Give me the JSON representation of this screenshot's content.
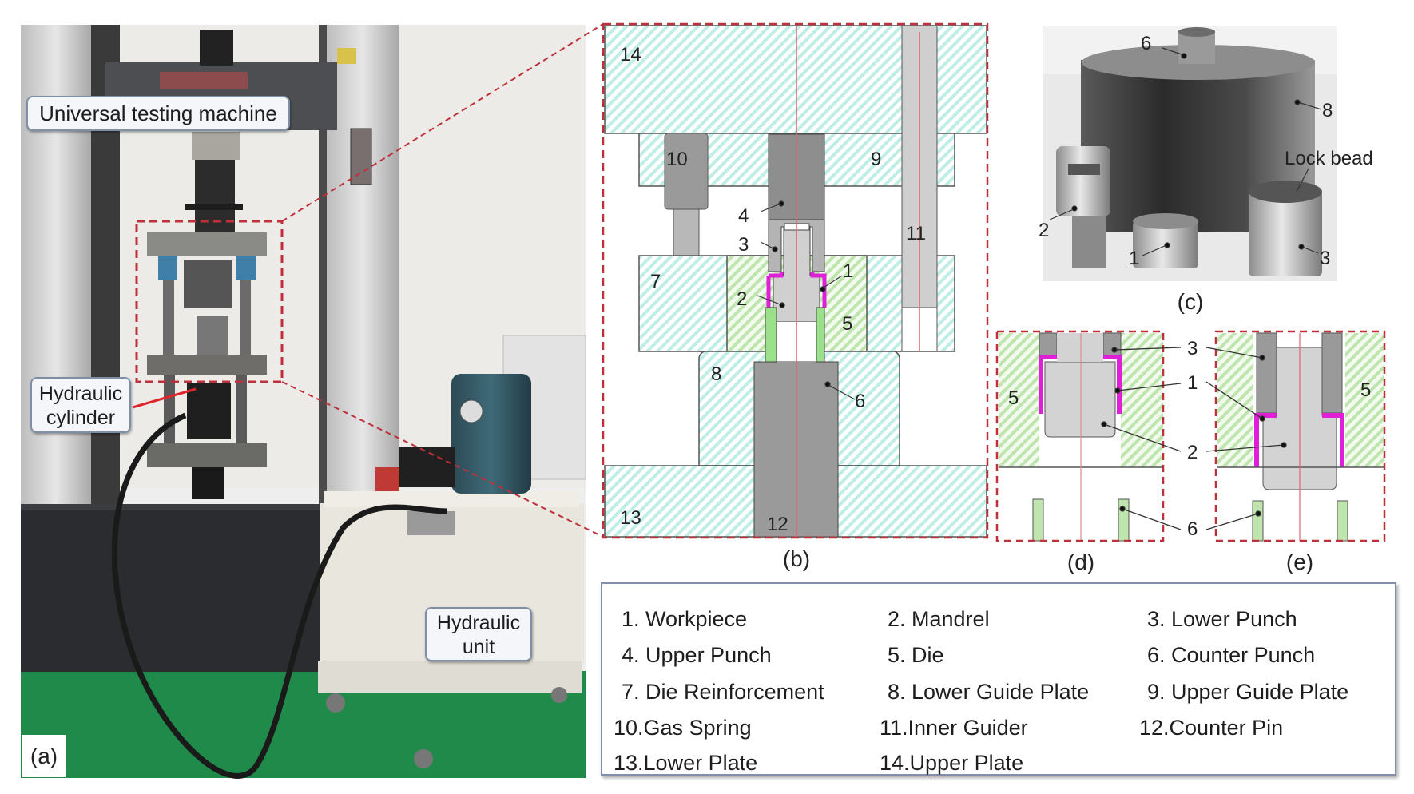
{
  "figure": {
    "panels": {
      "a": "(a)",
      "b": "(b)",
      "c": "(c)",
      "d": "(d)",
      "e": "(e)"
    },
    "photo_a_callouts": {
      "utm": "Universal testing machine",
      "cylinder_line1": "Hydraulic",
      "cylinder_line2": "cylinder",
      "unit_line1": "Hydraulic",
      "unit_line2": "unit"
    },
    "diagram_b_numbers": [
      "14",
      "10",
      "9",
      "4",
      "11",
      "3",
      "7",
      "1",
      "2",
      "5",
      "8",
      "6",
      "13",
      "12"
    ],
    "photo_c_labels": {
      "n6": "6",
      "n8": "8",
      "lock_bead": "Lock bead",
      "n2": "2",
      "n1": "1",
      "n3": "3"
    },
    "diagram_d_labels": {
      "n5": "5"
    },
    "diagram_e_labels": {
      "n5": "5"
    },
    "shared_de_labels": [
      "3",
      "1",
      "2",
      "6"
    ],
    "colors": {
      "hatch_cyan": "#bfeee6",
      "hatch_green": "#bfe5ae",
      "workpiece_magenta": "#e020d8",
      "counter_punch_green": "#9be08a",
      "steel_dark": "#8e8e8e",
      "steel_light": "#cfcfcf",
      "dash_red": "#c0303a"
    }
  },
  "legend": {
    "items": [
      "1. Workpiece",
      "2. Mandrel",
      "3. Lower Punch",
      "4. Upper Punch",
      "5. Die",
      "6. Counter Punch",
      "7. Die Reinforcement",
      "8. Lower Guide Plate",
      "9. Upper Guide Plate",
      "10.Gas Spring",
      "11.Inner Guider",
      "12.Counter Pin",
      "13.Lower Plate",
      "14.Upper Plate"
    ]
  }
}
